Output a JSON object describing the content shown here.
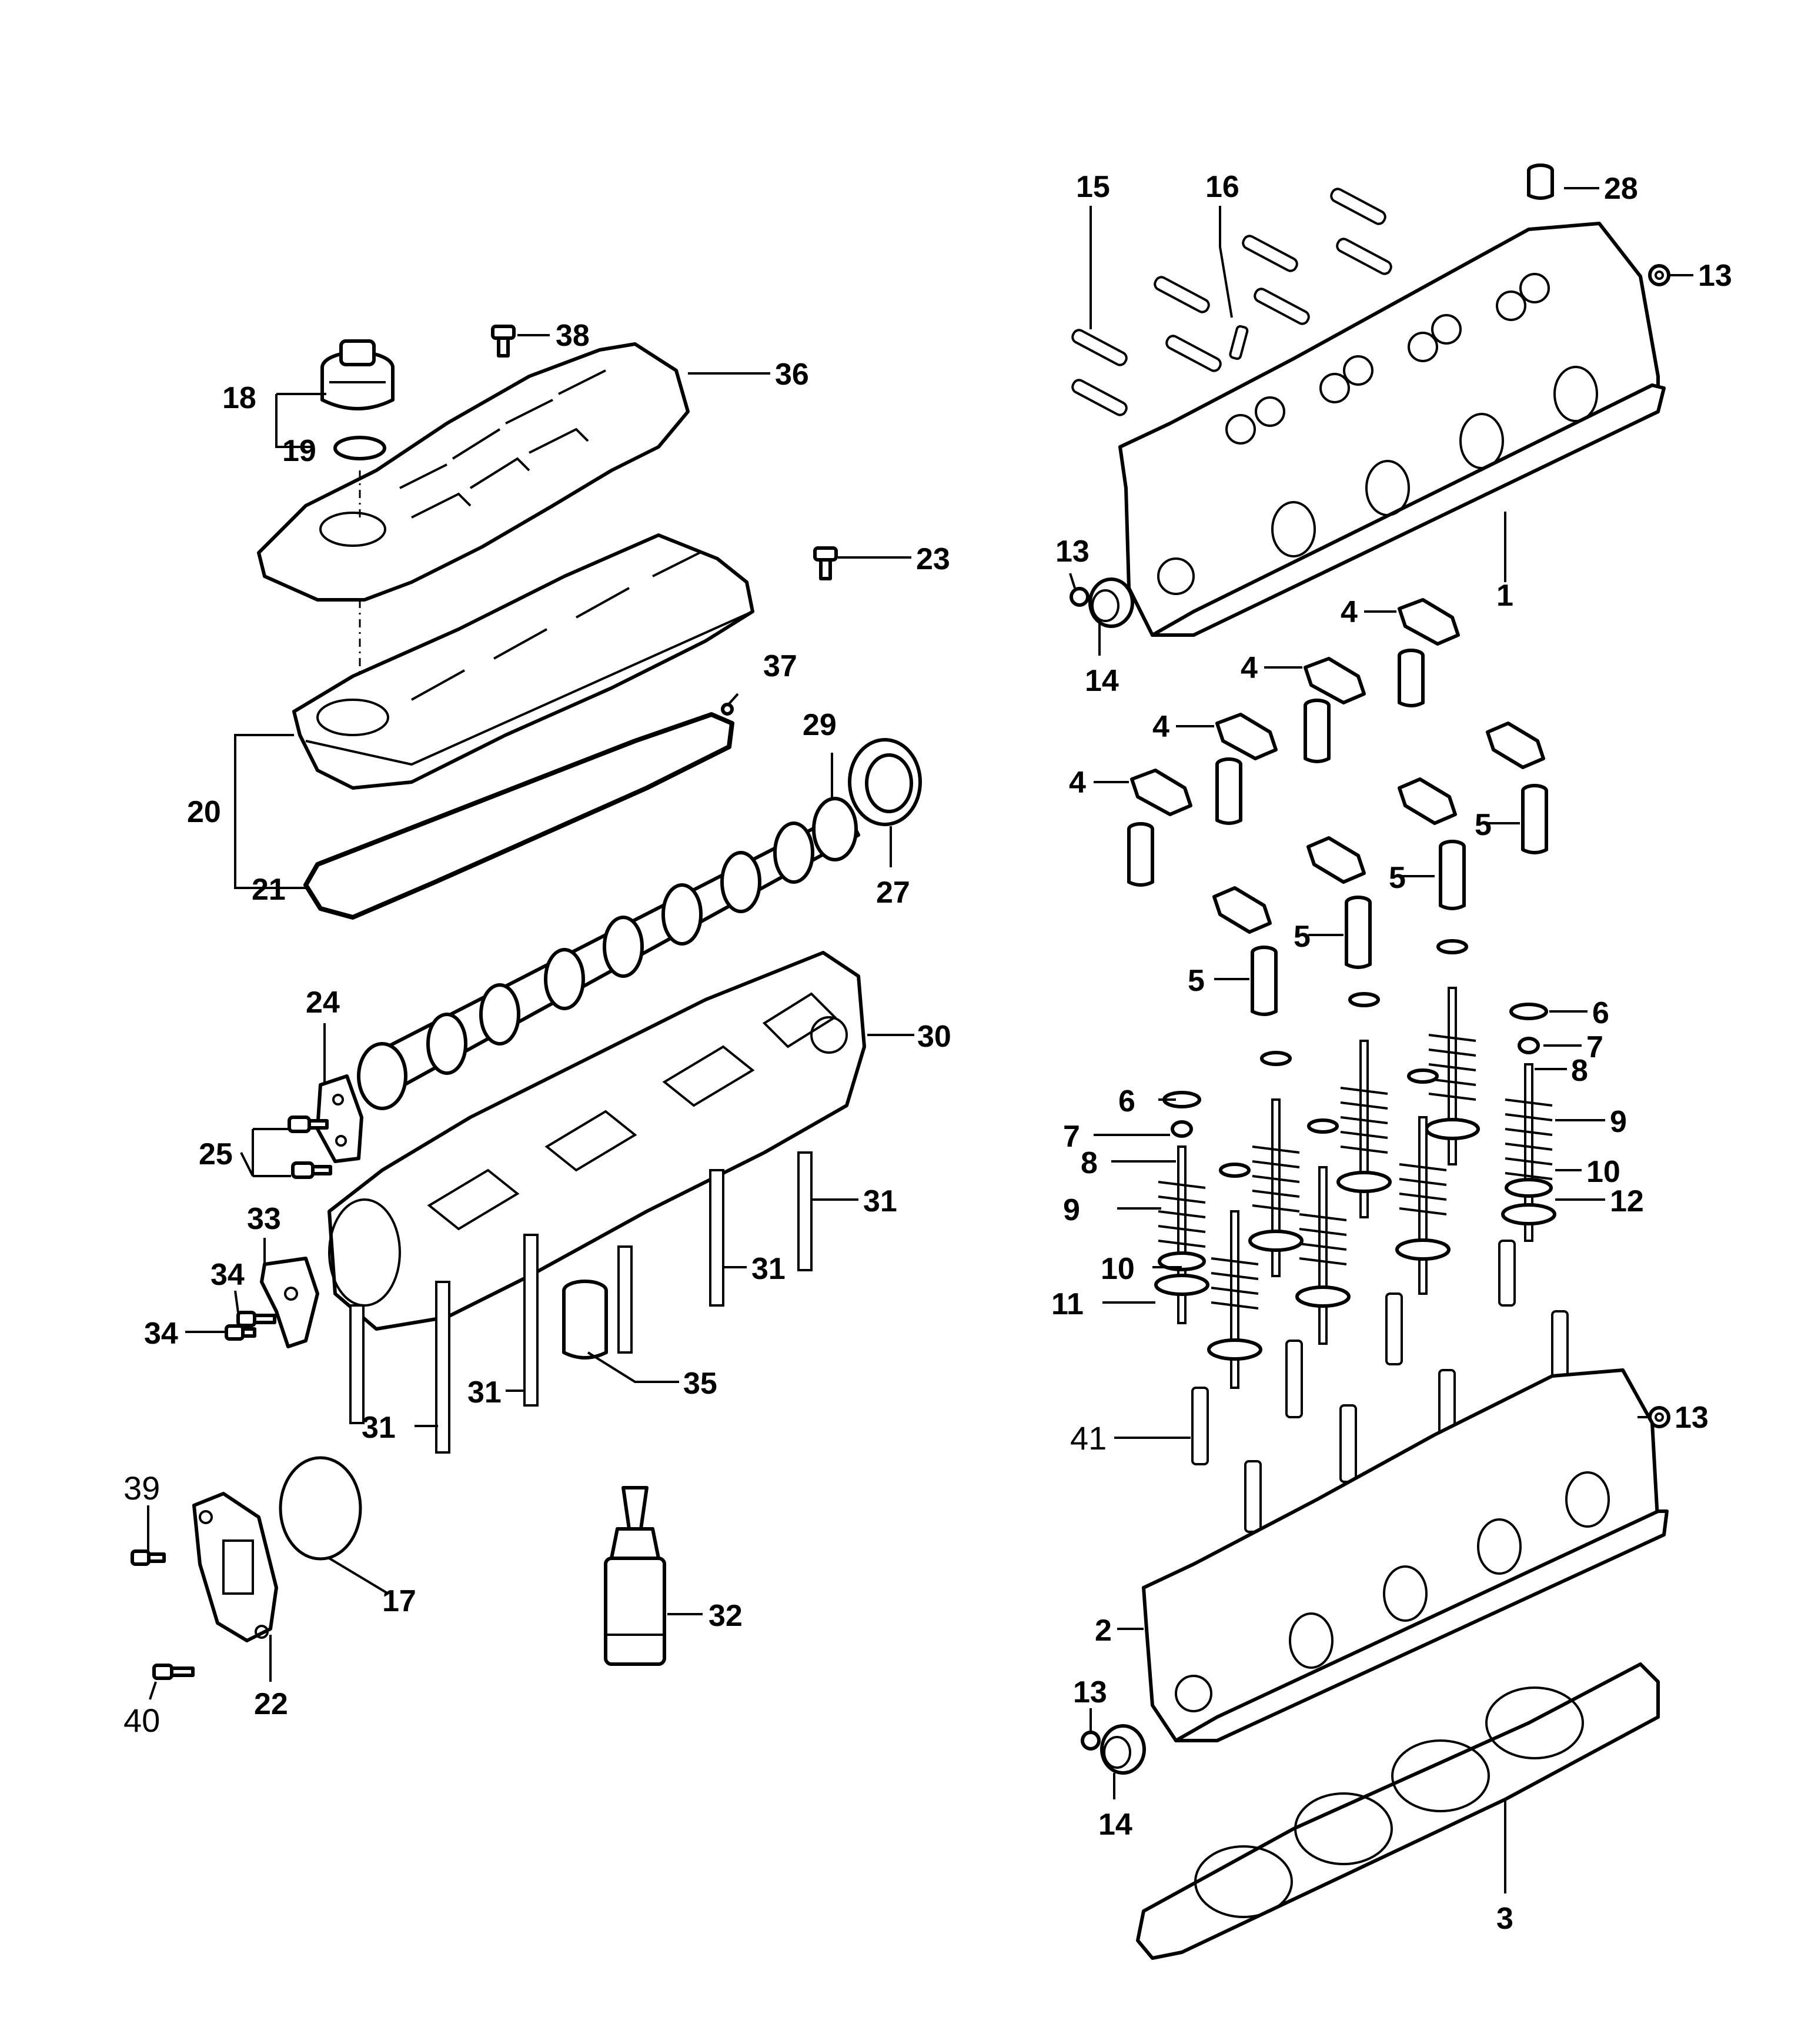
{
  "callouts": [
    {
      "id": "c15",
      "text": "15"
    },
    {
      "id": "c16",
      "text": "16"
    },
    {
      "id": "c28",
      "text": "28"
    },
    {
      "id": "c13a",
      "text": "13"
    },
    {
      "id": "c38",
      "text": "38"
    },
    {
      "id": "c36",
      "text": "36"
    },
    {
      "id": "c18",
      "text": "18"
    },
    {
      "id": "c19",
      "text": "19"
    },
    {
      "id": "c23",
      "text": "23"
    },
    {
      "id": "c13b",
      "text": "13"
    },
    {
      "id": "c1",
      "text": "1"
    },
    {
      "id": "c14a",
      "text": "14"
    },
    {
      "id": "c37",
      "text": "37"
    },
    {
      "id": "c4a",
      "text": "4"
    },
    {
      "id": "c4b",
      "text": "4"
    },
    {
      "id": "c4c",
      "text": "4"
    },
    {
      "id": "c4d",
      "text": "4"
    },
    {
      "id": "c29",
      "text": "29"
    },
    {
      "id": "c20",
      "text": "20"
    },
    {
      "id": "c21",
      "text": "21"
    },
    {
      "id": "c27",
      "text": "27"
    },
    {
      "id": "c5a",
      "text": "5"
    },
    {
      "id": "c5b",
      "text": "5"
    },
    {
      "id": "c5c",
      "text": "5"
    },
    {
      "id": "c5d",
      "text": "5"
    },
    {
      "id": "c24",
      "text": "24"
    },
    {
      "id": "c30",
      "text": "30"
    },
    {
      "id": "c6a",
      "text": "6"
    },
    {
      "id": "c7a",
      "text": "7"
    },
    {
      "id": "c8a",
      "text": "8"
    },
    {
      "id": "c6b",
      "text": "6"
    },
    {
      "id": "c7b",
      "text": "7"
    },
    {
      "id": "c8b",
      "text": "8"
    },
    {
      "id": "c9a",
      "text": "9"
    },
    {
      "id": "c25",
      "text": "25"
    },
    {
      "id": "c10a",
      "text": "10"
    },
    {
      "id": "c12",
      "text": "12"
    },
    {
      "id": "c9b",
      "text": "9"
    },
    {
      "id": "c33",
      "text": "33"
    },
    {
      "id": "c31a",
      "text": "31"
    },
    {
      "id": "c10b",
      "text": "10"
    },
    {
      "id": "c34a",
      "text": "34"
    },
    {
      "id": "c31b",
      "text": "31"
    },
    {
      "id": "c11",
      "text": "11"
    },
    {
      "id": "c34b",
      "text": "34"
    },
    {
      "id": "c35",
      "text": "35"
    },
    {
      "id": "c31c",
      "text": "31"
    },
    {
      "id": "c13c",
      "text": "13"
    },
    {
      "id": "c31d",
      "text": "31"
    },
    {
      "id": "c41",
      "text": "41"
    },
    {
      "id": "c39",
      "text": "39"
    },
    {
      "id": "c17",
      "text": "17"
    },
    {
      "id": "c32",
      "text": "32"
    },
    {
      "id": "c2",
      "text": "2"
    },
    {
      "id": "c40",
      "text": "40"
    },
    {
      "id": "c22",
      "text": "22"
    },
    {
      "id": "c13d",
      "text": "13"
    },
    {
      "id": "c14b",
      "text": "14"
    },
    {
      "id": "c3",
      "text": "3"
    }
  ]
}
